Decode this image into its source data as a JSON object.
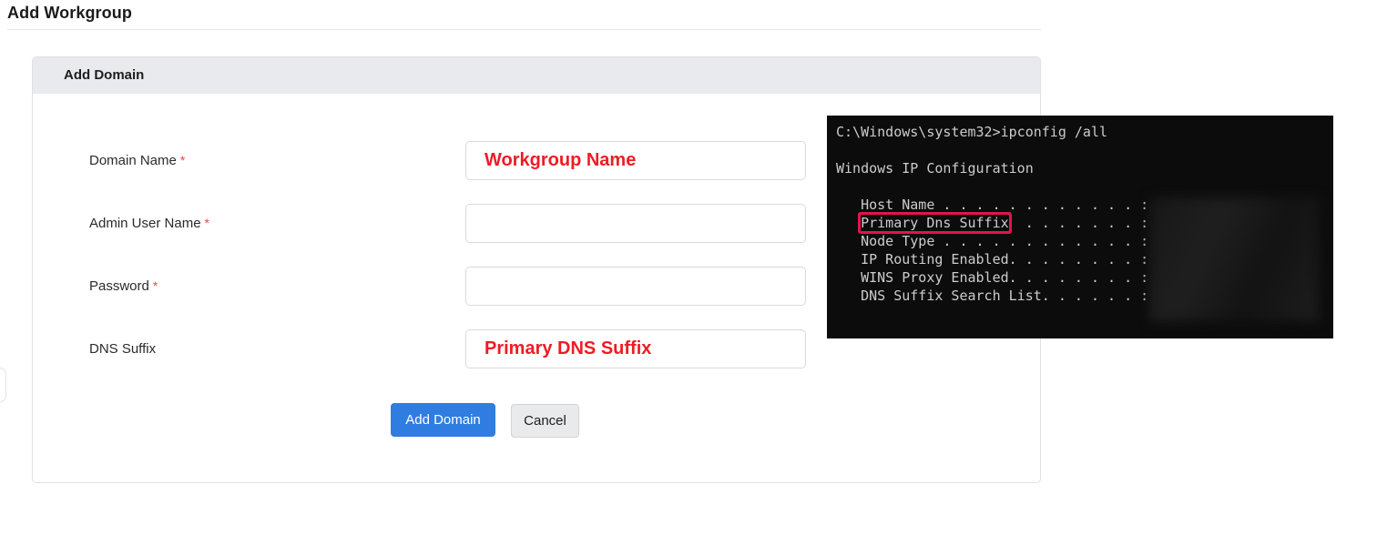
{
  "colors": {
    "primary_button": "#2f7de1",
    "annotation_red": "#ee1c25",
    "highlight_box": "#e4134f",
    "terminal_bg": "#0c0c0c",
    "terminal_text": "#cccccc"
  },
  "page": {
    "title": "Add Workgroup"
  },
  "panel": {
    "header": "Add Domain"
  },
  "form": {
    "fields": [
      {
        "label": "Domain Name",
        "marker": "*",
        "value": "Workgroup Name"
      },
      {
        "label": "Admin User Name",
        "marker": "*",
        "value": ""
      },
      {
        "label": "Password",
        "marker": "*",
        "value": ""
      },
      {
        "label": "DNS Suffix",
        "marker": "",
        "value": "Primary DNS Suffix"
      }
    ],
    "buttons": {
      "submit": "Add Domain",
      "cancel": "Cancel"
    }
  },
  "terminal": {
    "prompt_line": "C:\\Windows\\system32>ipconfig /all",
    "section_title": "Windows IP Configuration",
    "entries": [
      {
        "label": "Host Name",
        "dots": " . . . . . . . . . . . . : ",
        "highlighted": false
      },
      {
        "label": "Primary Dns Suffix",
        "dots": "  . . . . . . . : ",
        "highlighted": true
      },
      {
        "label": "Node Type",
        "dots": " . . . . . . . . . . . . : ",
        "highlighted": false
      },
      {
        "label": "IP Routing Enabled",
        "dots": ". . . . . . . . : ",
        "highlighted": false
      },
      {
        "label": "WINS Proxy Enabled",
        "dots": ". . . . . . . . : ",
        "highlighted": false
      },
      {
        "label": "DNS Suffix Search List",
        "dots": ". . . . . . : ",
        "highlighted": false
      }
    ],
    "values_redacted": true
  }
}
